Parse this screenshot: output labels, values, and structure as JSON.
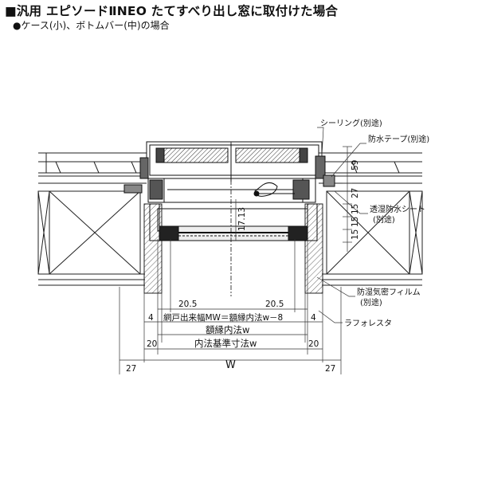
{
  "title": "■汎用 エピソードⅡNEO たてすべり出し窓に取付けた場合",
  "subtitle": "●ケース(小)、ボトムバー(中)の場合",
  "labels": {
    "sealing": "シーリング(別途)",
    "waterproof_tape": "防水テープ(別途)",
    "permeable_sheet_1": "透湿防水シート",
    "permeable_sheet_2": "(別途)",
    "airtight_film_1": "防湿気密フィルム",
    "airtight_film_2": "(別途)",
    "lath": "ラフォレスタ"
  },
  "dims": {
    "d59": "59",
    "d27v": "27",
    "d15a": "15",
    "d15b": "15",
    "d15c": "15",
    "d1713": "17.13",
    "d20_5_left": "20.5",
    "d20_5_right": "20.5",
    "d4_left": "4",
    "d4_right": "4",
    "mw": "網戸出来幅MW＝額縁内法w－8",
    "frame_inner": "額縁内法w",
    "d20_left": "20",
    "d20_right": "20",
    "inner_std": "内法基準寸法w",
    "d27_left": "27",
    "d27_right": "27",
    "W": "W"
  }
}
